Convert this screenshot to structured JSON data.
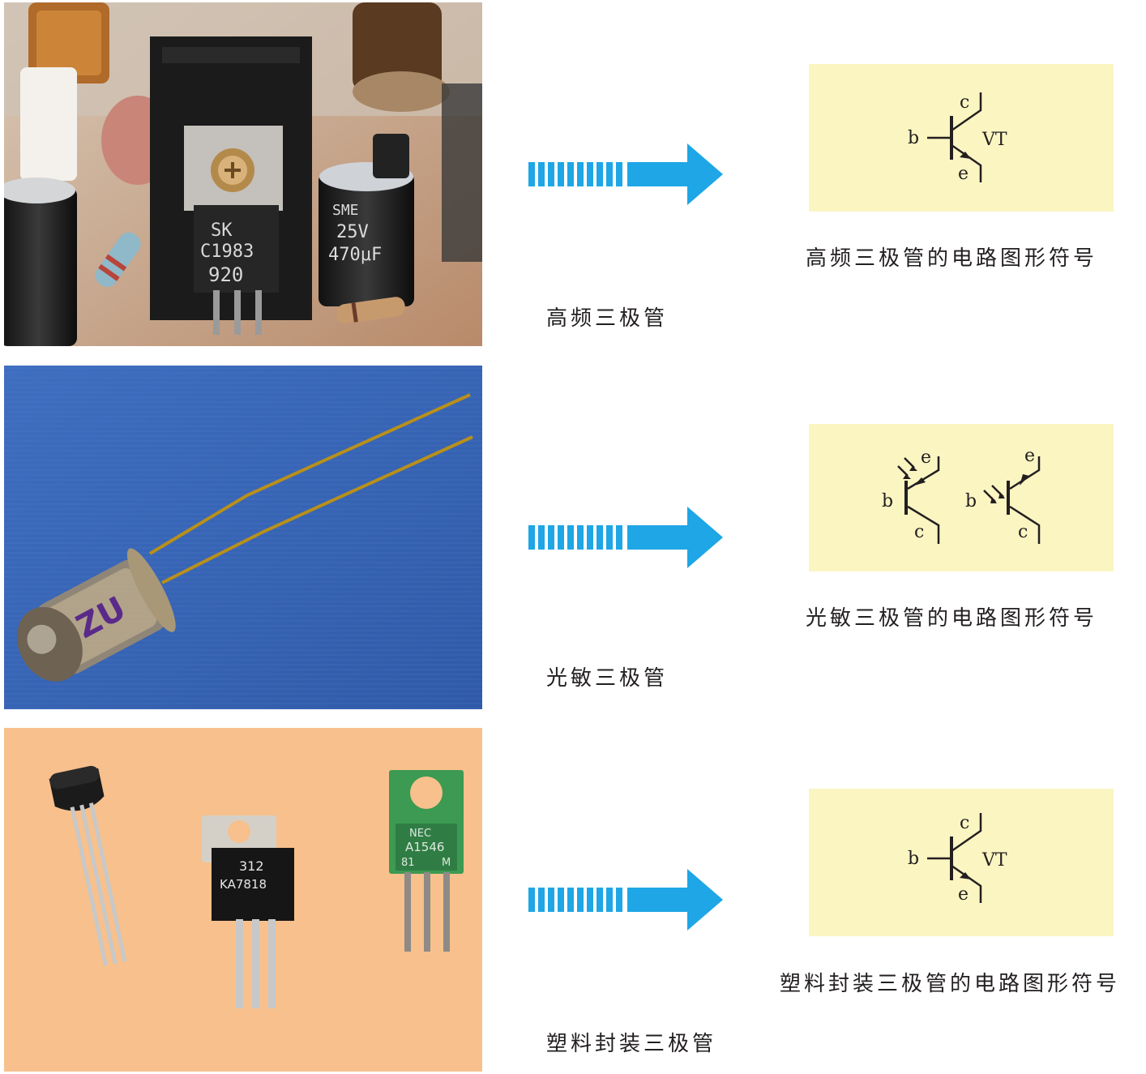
{
  "rows": [
    {
      "photo_caption": "高频三极管",
      "symbol_caption": "高频三极管的电路图形符号",
      "photo_text": {
        "brand": "SK",
        "part": "C1983",
        "code": "920",
        "cap_brand": "SME",
        "cap_voltage": "25V",
        "cap_value": "470μF"
      },
      "symbol": {
        "b": "b",
        "c": "c",
        "e": "e",
        "name": "VT"
      }
    },
    {
      "photo_caption": "光敏三极管",
      "symbol_caption": "光敏三极管的电路图形符号",
      "photo_text": {
        "mark": "ZU"
      },
      "symbol": {
        "b": "b",
        "c": "c",
        "e": "e"
      }
    },
    {
      "photo_caption": "塑料封装三极管",
      "symbol_caption": "塑料封装三极管的电路图形符号",
      "photo_text": {
        "mark_312": "312",
        "part_ka": "KA7818",
        "nec": "NEC",
        "part_a": "A1546",
        "code_81": "81",
        "code_m": "M"
      },
      "symbol": {
        "b": "b",
        "c": "c",
        "e": "e",
        "name": "VT"
      }
    }
  ],
  "colors": {
    "arrow": "#1ea6e6",
    "symbol_bg": "#fbf5c2",
    "photo3_bg": "#f7c08c",
    "photo2_bg": "#3a67b8"
  }
}
